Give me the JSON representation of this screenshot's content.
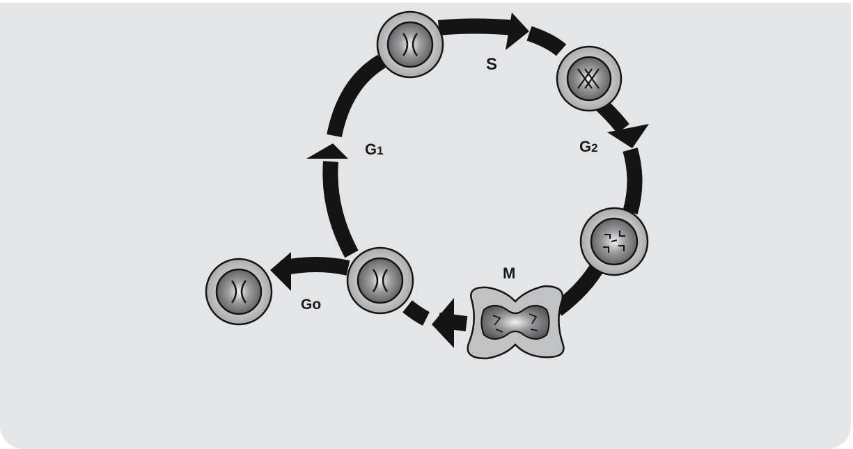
{
  "diagram": {
    "labels": {
      "s": "S",
      "g1": "G",
      "g1_sub": "1",
      "g2": "G",
      "g2_sub": "2",
      "m": "M",
      "g0": "Go"
    },
    "colors": {
      "background": "#e4e5e7",
      "arrow": "#141414",
      "cell_ring": "#b4b5b7",
      "nucleus": "#6e6e70"
    },
    "cells": [
      {
        "name": "cell-g1-top",
        "nucleus": "split"
      },
      {
        "name": "cell-g2-replicated",
        "nucleus": "crossed"
      },
      {
        "name": "cell-prophase",
        "nucleus": "condensed"
      },
      {
        "name": "cell-mitosis-dividing",
        "nucleus": "dividing"
      },
      {
        "name": "cell-g1-bottom",
        "nucleus": "split"
      },
      {
        "name": "cell-g0-quiescent",
        "nucleus": "split"
      }
    ]
  }
}
